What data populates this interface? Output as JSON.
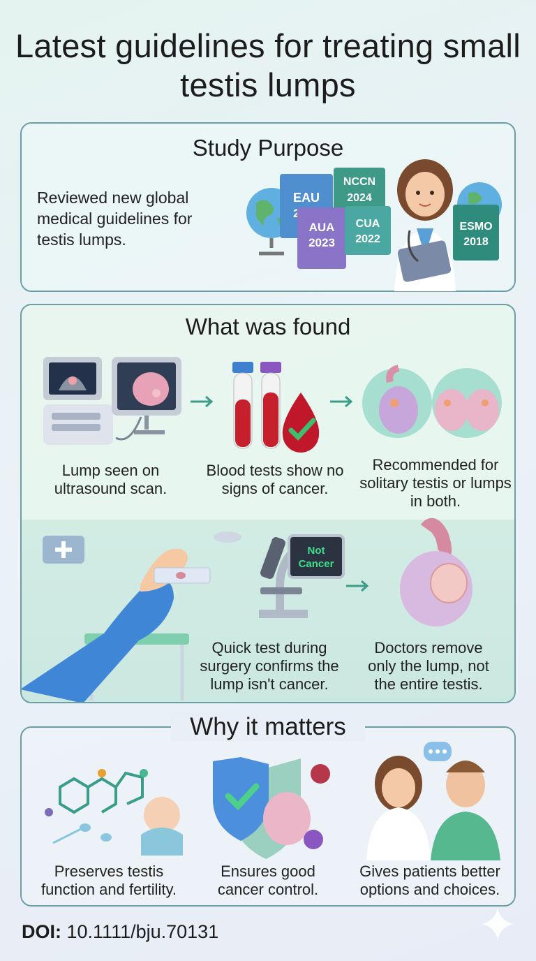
{
  "title": "Latest guidelines for treating small testis lumps",
  "purpose": {
    "heading": "Study Purpose",
    "text": "Reviewed new global medical guidelines for testis lumps.",
    "books": [
      {
        "org": "EAU",
        "year": "2025",
        "color": "#4f8fd0"
      },
      {
        "org": "NCCN",
        "year": "2024",
        "color": "#3e9a86"
      },
      {
        "org": "AUA",
        "year": "2023",
        "color": "#8a74c8"
      },
      {
        "org": "CUA",
        "year": "2022",
        "color": "#4aa7a2"
      },
      {
        "org": "ESMO",
        "year": "2018",
        "color": "#2f8c7c"
      }
    ]
  },
  "found": {
    "heading": "What was found",
    "steps": [
      "Lump seen on ultrasound scan.",
      "Blood tests show no signs of cancer.",
      "Recommended for solitary testis or lumps in both.",
      "Quick test during surgery confirms the lump isn't cancer.",
      "Doctors remove only the lump, not the entire testis."
    ],
    "monitor_label": "Not Cancer"
  },
  "matters": {
    "heading": "Why it matters",
    "items": [
      "Preserves testis function and fertility.",
      "Ensures good cancer control.",
      "Gives patients better options and choices."
    ]
  },
  "doi": {
    "label": "DOI:",
    "value": "10.1111/bju.70131"
  }
}
